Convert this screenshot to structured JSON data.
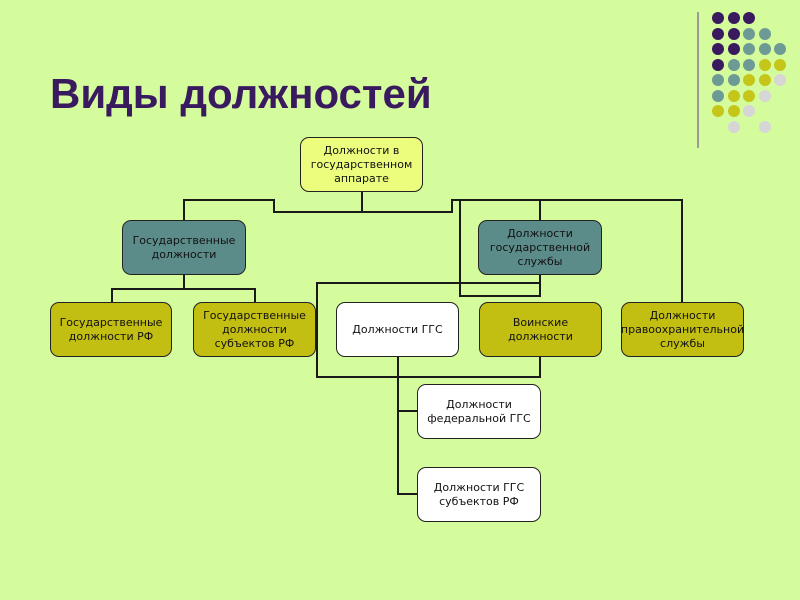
{
  "slide": {
    "title": "Виды должностей"
  },
  "palette": {
    "background": "#d4fc9c",
    "title": "#3a1a5e",
    "root_box": "#ecfc7c",
    "teal_box": "#5c8c8a",
    "olive_box": "#c3be12",
    "white_box": "#ffffff",
    "dot_purple": "#3a1a5e",
    "dot_teal": "#6e9a96",
    "dot_olive": "#c6c61a",
    "dot_gray": "#d6d6d6"
  },
  "decor": {
    "dot_grid": [
      [
        "purple",
        "purple",
        "purple",
        null,
        null
      ],
      [
        "purple",
        "purple",
        "teal",
        "teal",
        null
      ],
      [
        "purple",
        "purple",
        "teal",
        "teal",
        "teal"
      ],
      [
        "purple",
        "teal",
        "teal",
        "olive",
        "olive"
      ],
      [
        "teal",
        "teal",
        "olive",
        "olive",
        "gray"
      ],
      [
        "teal",
        "olive",
        "olive",
        "gray",
        null
      ],
      [
        "olive",
        "olive",
        "gray",
        null,
        null
      ],
      [
        null,
        "gray",
        null,
        "gray",
        null
      ]
    ]
  },
  "diagram": {
    "root": "Должности в государственном аппарате",
    "state_positions": "Государственные должности",
    "civil_service_positions": "Должности государственной службы",
    "state_positions_rf": "Государственные должности РФ",
    "state_positions_subjects": "Государственные должности субъектов РФ",
    "ggs_positions": "Должности ГГС",
    "military_positions": "Воинские должности",
    "law_enforcement_positions": "Должности правоохранительной службы",
    "federal_ggs_positions": "Должности федеральной ГГС",
    "ggs_subjects_positions": "Должности ГГС субъектов РФ"
  }
}
